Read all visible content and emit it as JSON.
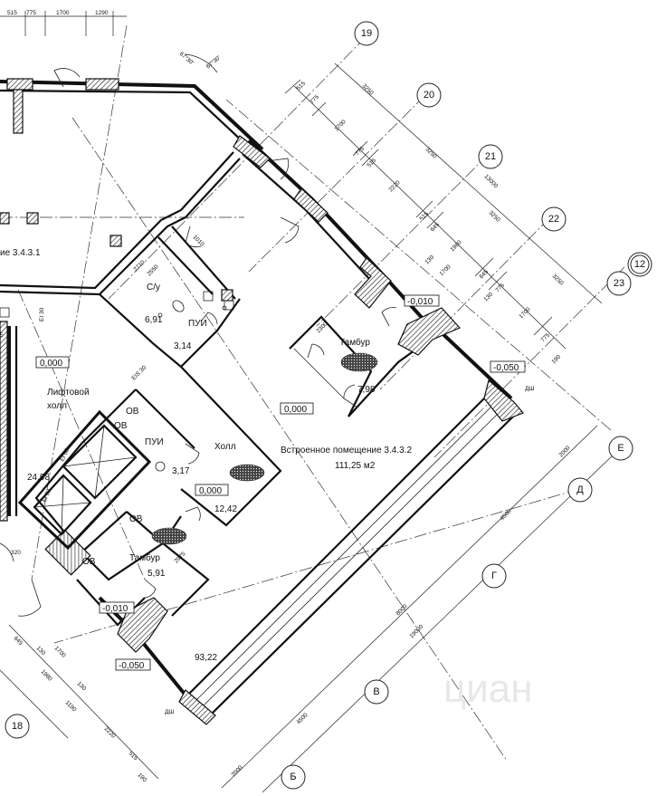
{
  "top_dims": [
    "515",
    "775",
    "1700",
    "1290"
  ],
  "axis_bubbles": [
    "19",
    "20",
    "21",
    "22",
    "23",
    "12",
    "Е",
    "Д",
    "Г",
    "В",
    "Б",
    "18"
  ],
  "angles": [
    "67°30'",
    "67°30'"
  ],
  "rooms": {
    "main_name": "Встроенное помещение 3.4.3.2",
    "main_area": "111,25 м2",
    "left_room": "ие 3.4.3.1",
    "lift_hall": "Лифтовой",
    "lift_hall_2": "холл",
    "wc": "С/у",
    "wc_area": "6,91",
    "puy1": "ПУИ",
    "puy1_area": "3,14",
    "puy2": "ПУИ",
    "puy2_area": "3,17",
    "tambur_top": "Тамбур",
    "tambur_top_area": "7,98",
    "tambur_bottom": "Тамбур",
    "tambur_bottom_area": "5,91",
    "hall": "Холл",
    "hall_area": "12,42",
    "big_area": "93,22",
    "lift_area": "24,98",
    "ov1": "ОВ",
    "ov2": "ОВ",
    "ov3": "ОВ",
    "ov4": "ОВ"
  },
  "levels": {
    "lvl1": "0,000",
    "lvl2": "0,000",
    "lvl3": "0,000",
    "lvl4": "-0,010",
    "lvl5": "-0,010",
    "lvl6": "-0,050",
    "lvl7": "-0,050"
  },
  "fire_labels": [
    "EI 30",
    "EIS 30",
    "EI 60",
    "EI 60"
  ],
  "doors": [
    "ДШ",
    "ДШ"
  ],
  "right_dims": [
    "3250",
    "3250",
    "3250",
    "3250",
    "13000"
  ],
  "top_chain_dims": [
    "515",
    "775",
    "1700",
    "775",
    "515",
    "2220",
    "515",
    "645",
    "1980",
    "130",
    "1700",
    "645",
    "130",
    "775",
    "1700",
    "775",
    "190"
  ],
  "bottom_dims": [
    "2000",
    "4500",
    "8000",
    "19000",
    "4500",
    "2000"
  ],
  "left_chain_dims": [
    "645",
    "130",
    "1700",
    "1980",
    "130",
    "1190",
    "2220",
    "515",
    "190"
  ],
  "misc_dims": [
    "2710",
    "2550",
    "1010",
    "2300",
    "320",
    "2975",
    "5"
  ],
  "watermark": "циан"
}
